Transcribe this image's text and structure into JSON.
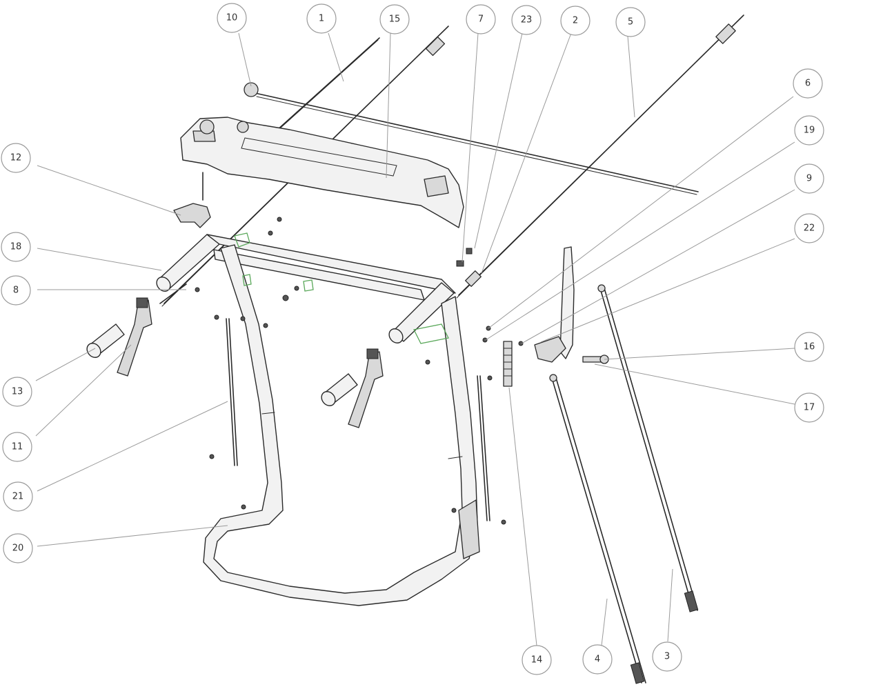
{
  "callouts": [
    {
      "id": "c10",
      "label": "10"
    },
    {
      "id": "c1",
      "label": "1"
    },
    {
      "id": "c15",
      "label": "15"
    },
    {
      "id": "c7",
      "label": "7"
    },
    {
      "id": "c23",
      "label": "23"
    },
    {
      "id": "c2",
      "label": "2"
    },
    {
      "id": "c5",
      "label": "5"
    },
    {
      "id": "c6",
      "label": "6"
    },
    {
      "id": "c19",
      "label": "19"
    },
    {
      "id": "c9",
      "label": "9"
    },
    {
      "id": "c22",
      "label": "22"
    },
    {
      "id": "c16",
      "label": "16"
    },
    {
      "id": "c17",
      "label": "17"
    },
    {
      "id": "c12",
      "label": "12"
    },
    {
      "id": "c18",
      "label": "18"
    },
    {
      "id": "c8",
      "label": "8"
    },
    {
      "id": "c13",
      "label": "13"
    },
    {
      "id": "c11",
      "label": "11"
    },
    {
      "id": "c21",
      "label": "21"
    },
    {
      "id": "c20",
      "label": "20"
    },
    {
      "id": "c14",
      "label": "14"
    },
    {
      "id": "c4",
      "label": "4"
    },
    {
      "id": "c3",
      "label": "3"
    }
  ]
}
